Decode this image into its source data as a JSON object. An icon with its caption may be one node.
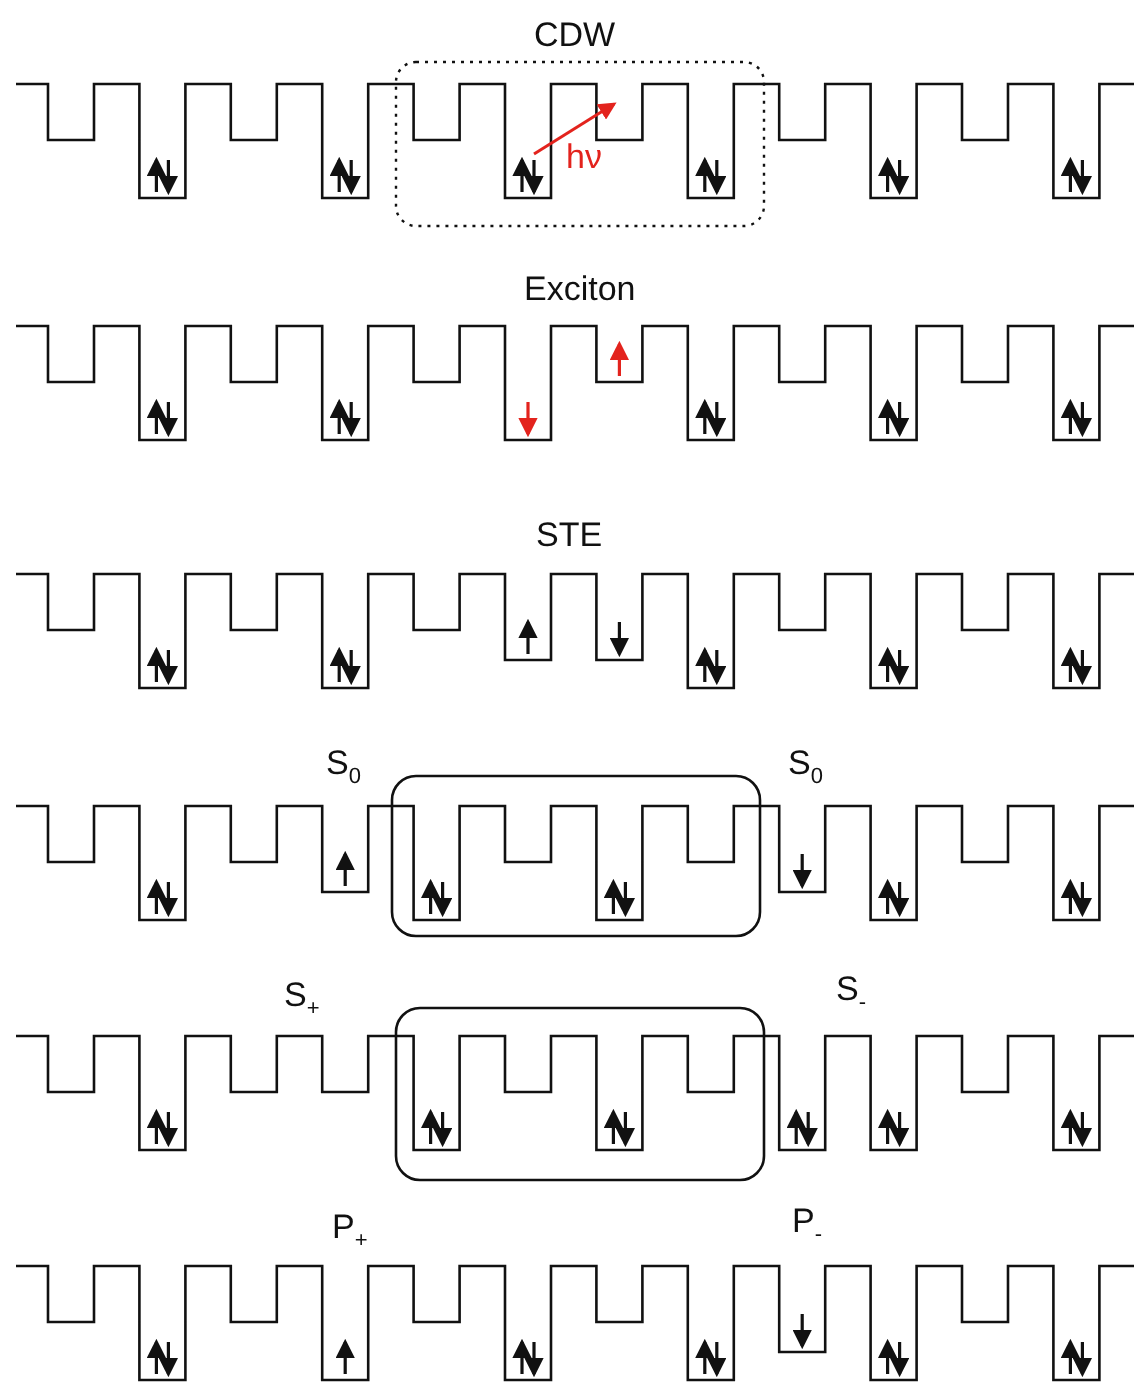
{
  "diagram": {
    "labels": [
      "CDW",
      "hν",
      "Exciton",
      "STE",
      "S$_{0}$",
      "S$_{0}$",
      "S$_{+}$",
      "S$_{-}$",
      "P$_{+}$",
      "P$_{-}$"
    ]
  }
}
